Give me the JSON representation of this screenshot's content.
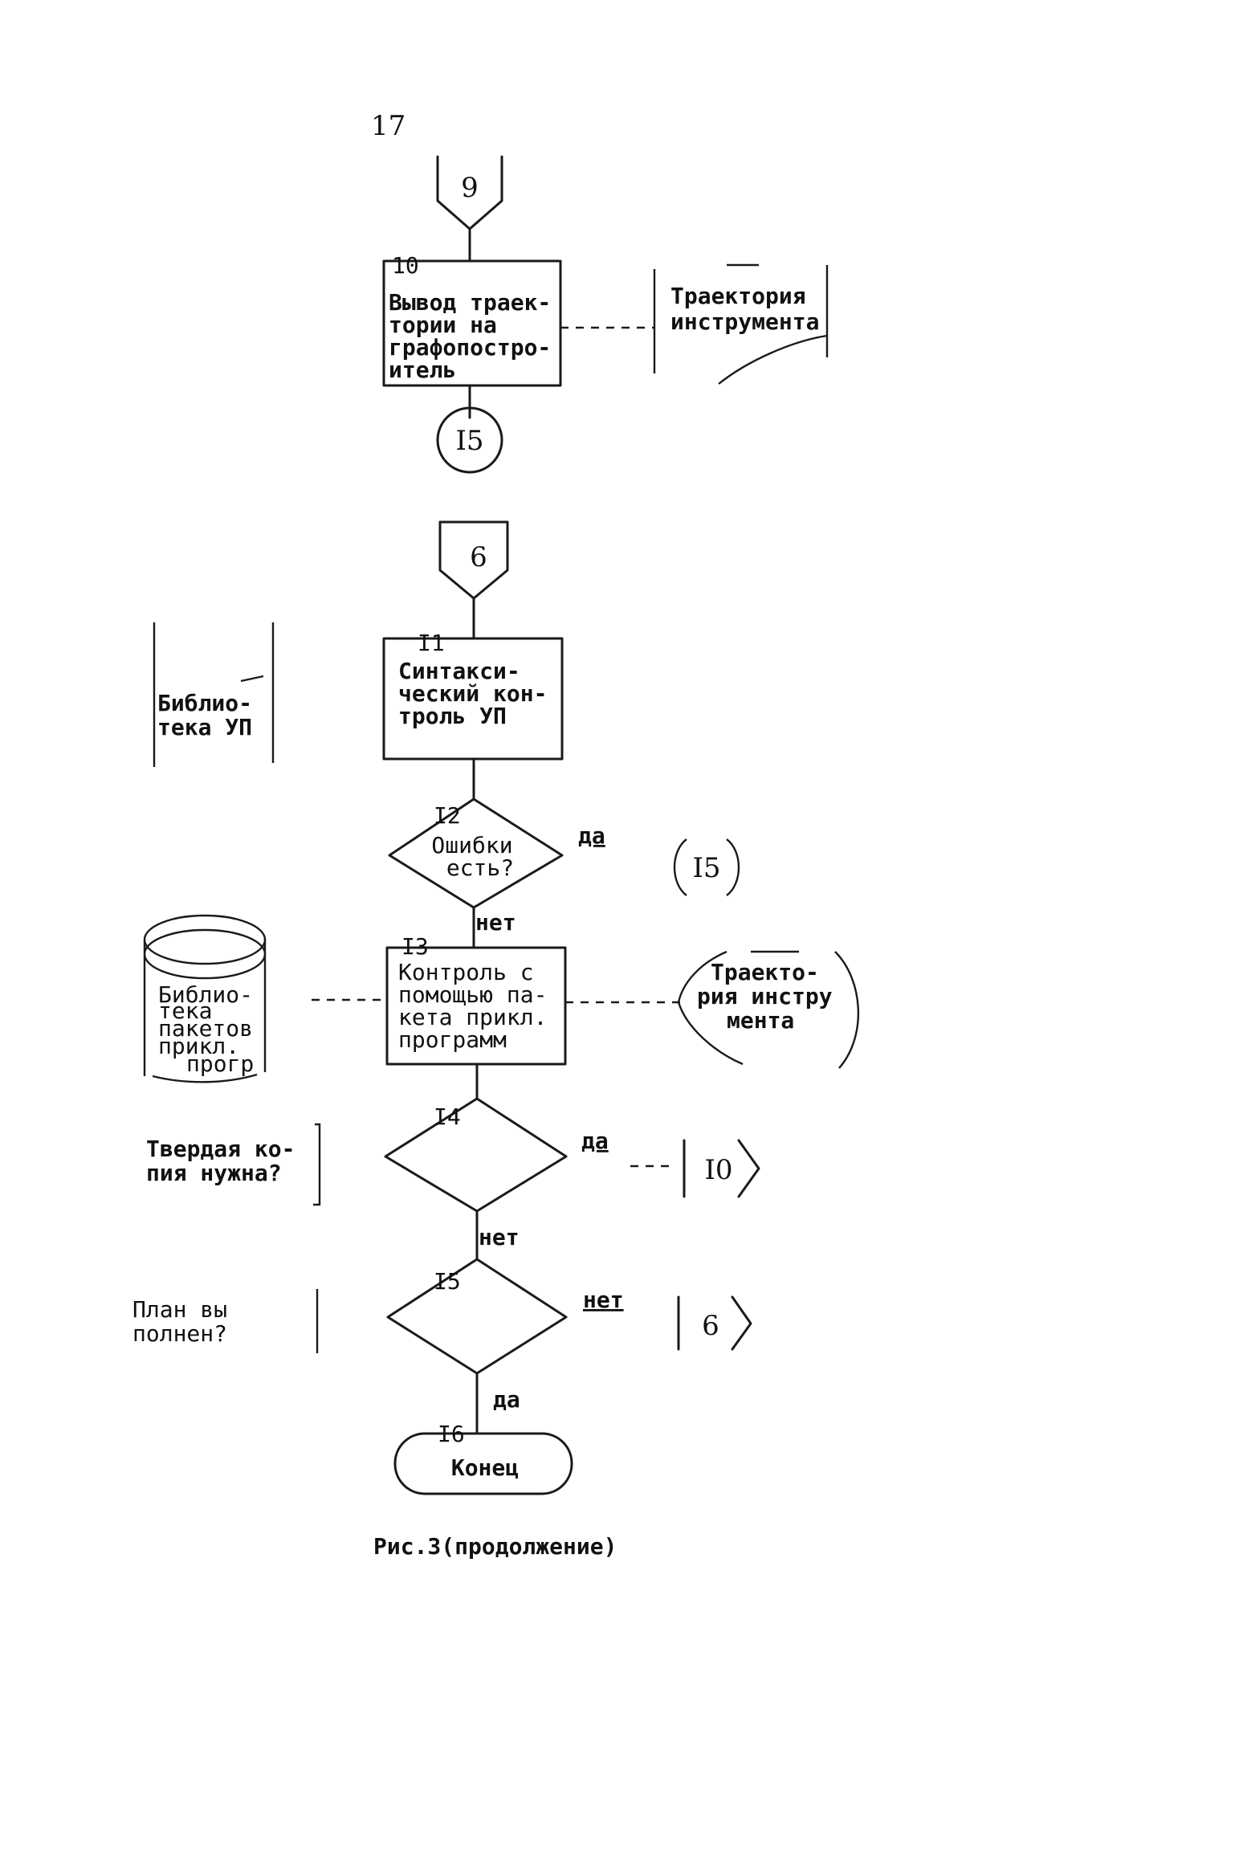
{
  "page_number": "17",
  "caption": "Рис.3(продолжение)",
  "yes_label": "да",
  "no_label": "нет",
  "connectors": {
    "c9": "9",
    "c15_top": "I5",
    "c6": "6",
    "c15_ref": "I5",
    "c10_ref": "I0",
    "c6_ref": "6"
  },
  "blocks": {
    "b10": {
      "number": "10",
      "lines": [
        "Вывод траек-",
        "тории на",
        "графопостро-",
        "итель"
      ]
    },
    "b11": {
      "number": "I1",
      "lines": [
        "Синтакси-",
        "ческий кон-",
        "троль УП"
      ]
    },
    "b12": {
      "number": "I2",
      "lines": [
        "Ошибки",
        "есть?"
      ]
    },
    "b13": {
      "number": "I3",
      "lines": [
        "Контроль с",
        "помощью па-",
        "кета прикл.",
        "программ"
      ]
    },
    "b14": {
      "number": "I4"
    },
    "b15": {
      "number": "I5"
    },
    "b16": {
      "number": "I6",
      "label": "Конец"
    }
  },
  "annotations": {
    "tool_path_top": [
      "Траектория",
      "инструмента"
    ],
    "library_up": [
      "Библио-",
      "тека УП"
    ],
    "library_pkg": [
      "Библио-",
      "тека",
      "пакетов",
      "прикл.",
      "прогр"
    ],
    "tool_path_display": [
      "Траекто-",
      "рия инстру",
      "мента"
    ],
    "hard_copy_q": [
      "Твердая ко-",
      "пия нужна?"
    ],
    "plan_done_q": [
      "План вы",
      "полнен?"
    ]
  }
}
